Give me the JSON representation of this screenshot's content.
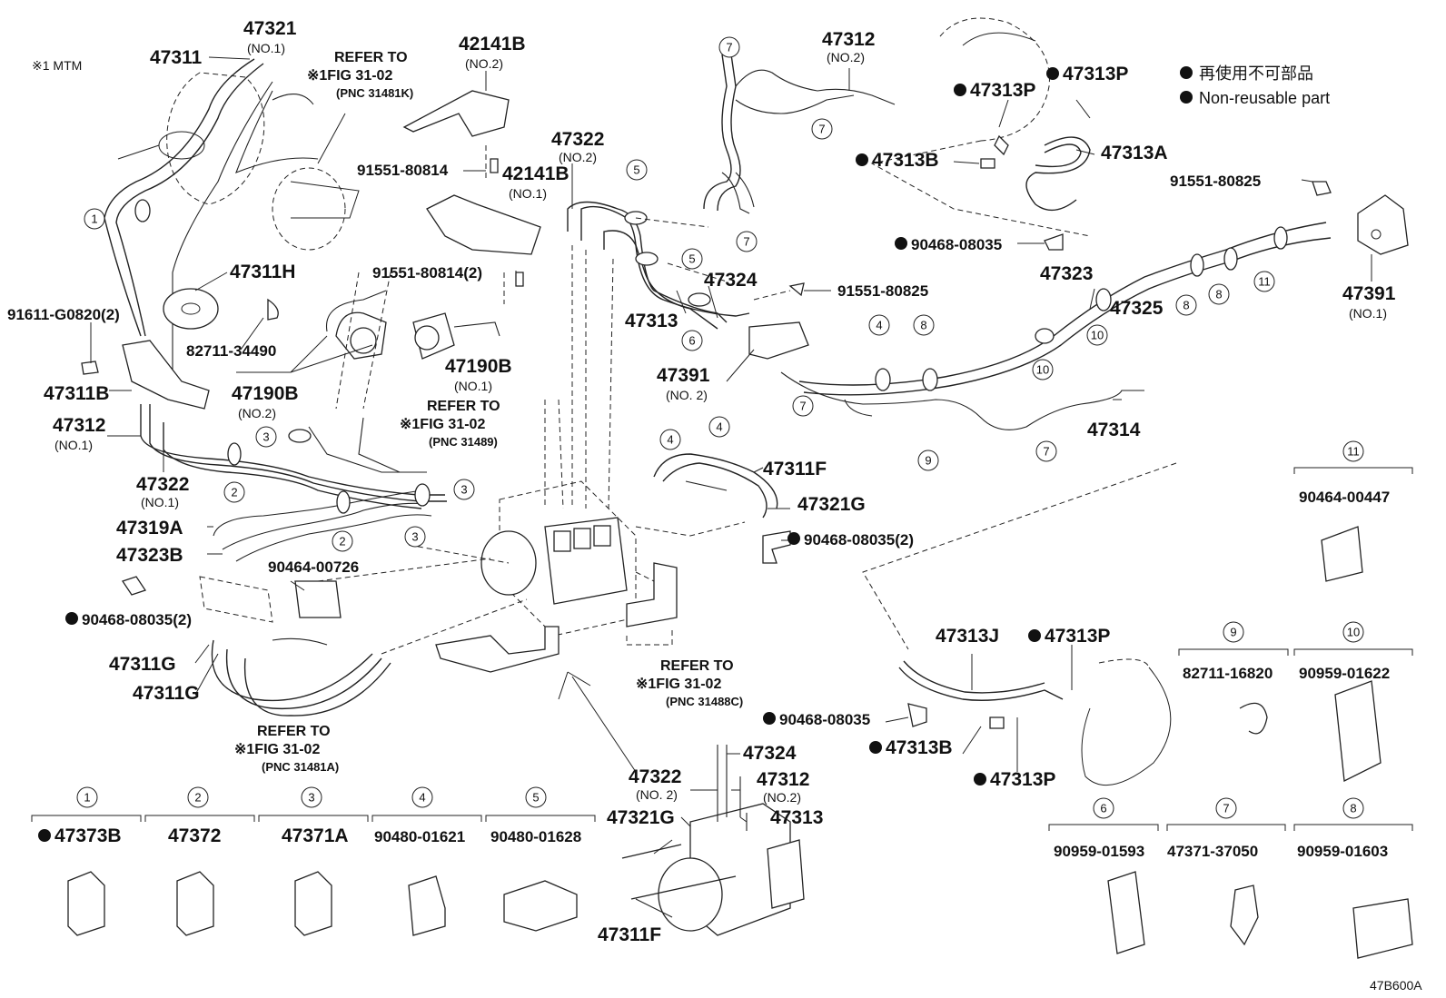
{
  "note": "※1 MTM",
  "legend": {
    "line1": "再使用不可部品",
    "line2": "Non-reusable part"
  },
  "diagram_code": "47B600A",
  "labels": [
    {
      "id": "47321",
      "text": "47321",
      "cls": "pn"
    },
    {
      "id": "47321-sub",
      "text": "(NO.1)",
      "cls": "sub"
    },
    {
      "id": "47311",
      "text": "47311",
      "cls": "pn"
    },
    {
      "id": "refer-1",
      "text": "REFER TO",
      "cls": "ref"
    },
    {
      "id": "refer-1-fig",
      "text": "※1FIG 31-02",
      "cls": "ref"
    },
    {
      "id": "refer-1-pnc",
      "text": "(PNC 31481K)",
      "cls": "refs"
    },
    {
      "id": "42141B-no2",
      "text": "42141B",
      "cls": "pn"
    },
    {
      "id": "42141B-no2-sub",
      "text": "(NO.2)",
      "cls": "sub"
    },
    {
      "id": "91551-80814-a",
      "text": "91551-80814",
      "cls": "pn-s"
    },
    {
      "id": "42141B-no1",
      "text": "42141B",
      "cls": "pn"
    },
    {
      "id": "42141B-no1-sub",
      "text": "(NO.1)",
      "cls": "sub"
    },
    {
      "id": "47311H",
      "text": "47311H",
      "cls": "pn"
    },
    {
      "id": "91551-80814-b",
      "text": "91551-80814(2)",
      "cls": "pn-s"
    },
    {
      "id": "91611-G0820",
      "text": "91611-G0820(2)",
      "cls": "pn-s"
    },
    {
      "id": "82711-34490",
      "text": "82711-34490",
      "cls": "pn-s"
    },
    {
      "id": "47190B-no2",
      "text": "47190B",
      "cls": "pn"
    },
    {
      "id": "47190B-no2-sub",
      "text": "(NO.2)",
      "cls": "sub"
    },
    {
      "id": "47190B-no1",
      "text": "47190B",
      "cls": "pn"
    },
    {
      "id": "47190B-no1-sub",
      "text": "(NO.1)",
      "cls": "sub"
    },
    {
      "id": "47311B",
      "text": "47311B",
      "cls": "pn"
    },
    {
      "id": "47312-no1",
      "text": "47312",
      "cls": "pn"
    },
    {
      "id": "47312-no1-sub",
      "text": "(NO.1)",
      "cls": "sub"
    },
    {
      "id": "refer-2",
      "text": "REFER TO",
      "cls": "ref"
    },
    {
      "id": "refer-2-fig",
      "text": "※1FIG 31-02",
      "cls": "ref"
    },
    {
      "id": "refer-2-pnc",
      "text": "(PNC 31489)",
      "cls": "refs"
    },
    {
      "id": "47322-no1",
      "text": "47322",
      "cls": "pn"
    },
    {
      "id": "47322-no1-sub",
      "text": "(NO.1)",
      "cls": "sub"
    },
    {
      "id": "47319A",
      "text": "47319A",
      "cls": "pn"
    },
    {
      "id": "47323B",
      "text": "47323B",
      "cls": "pn"
    },
    {
      "id": "90464-00726",
      "text": "90464-00726",
      "cls": "pn-s"
    },
    {
      "id": "90468-08035-2a",
      "text": "90468-08035(2)",
      "cls": "pn-s",
      "dot": true
    },
    {
      "id": "47311G-a",
      "text": "47311G",
      "cls": "pn"
    },
    {
      "id": "47311G-b",
      "text": "47311G",
      "cls": "pn"
    },
    {
      "id": "refer-3",
      "text": "REFER TO",
      "cls": "ref"
    },
    {
      "id": "refer-3-fig",
      "text": "※1FIG 31-02",
      "cls": "ref"
    },
    {
      "id": "refer-3-pnc",
      "text": "(PNC 31481A)",
      "cls": "refs"
    },
    {
      "id": "47322-no2",
      "text": "47322",
      "cls": "pn"
    },
    {
      "id": "47322-no2-sub",
      "text": "(NO.2)",
      "cls": "sub"
    },
    {
      "id": "47312-no2",
      "text": "47312",
      "cls": "pn"
    },
    {
      "id": "47312-no2-sub",
      "text": "(NO.2)",
      "cls": "sub"
    },
    {
      "id": "47313",
      "text": "47313",
      "cls": "pn"
    },
    {
      "id": "47324",
      "text": "47324",
      "cls": "pn"
    },
    {
      "id": "91551-80825-a",
      "text": "91551-80825",
      "cls": "pn-s"
    },
    {
      "id": "47391-no2",
      "text": "47391",
      "cls": "pn"
    },
    {
      "id": "47391-no2-sub",
      "text": "(NO. 2)",
      "cls": "sub"
    },
    {
      "id": "47313P-a",
      "text": "47313P",
      "cls": "pn",
      "dot": true
    },
    {
      "id": "47313P-b",
      "text": "47313P",
      "cls": "pn",
      "dot": true
    },
    {
      "id": "47313B-a",
      "text": "47313B",
      "cls": "pn",
      "dot": true
    },
    {
      "id": "47313A",
      "text": "47313A",
      "cls": "pn"
    },
    {
      "id": "91551-80825-b",
      "text": "91551-80825",
      "cls": "pn-s"
    },
    {
      "id": "90468-08035-a",
      "text": "90468-08035",
      "cls": "pn-s",
      "dot": true
    },
    {
      "id": "47323",
      "text": "47323",
      "cls": "pn"
    },
    {
      "id": "47325",
      "text": "47325",
      "cls": "pn"
    },
    {
      "id": "47391-no1",
      "text": "47391",
      "cls": "pn"
    },
    {
      "id": "47391-no1-sub",
      "text": "(NO.1)",
      "cls": "sub"
    },
    {
      "id": "47314",
      "text": "47314",
      "cls": "pn"
    },
    {
      "id": "47311F-a",
      "text": "47311F",
      "cls": "pn"
    },
    {
      "id": "47321G-a",
      "text": "47321G",
      "cls": "pn"
    },
    {
      "id": "90468-08035-2b",
      "text": "90468-08035(2)",
      "cls": "pn-s",
      "dot": true
    },
    {
      "id": "refer-4",
      "text": "REFER TO",
      "cls": "ref"
    },
    {
      "id": "refer-4-fig",
      "text": "※1FIG 31-02",
      "cls": "ref"
    },
    {
      "id": "refer-4-pnc",
      "text": "(PNC 31488C)",
      "cls": "refs"
    },
    {
      "id": "47313J",
      "text": "47313J",
      "cls": "pn"
    },
    {
      "id": "47313P-c",
      "text": "47313P",
      "cls": "pn",
      "dot": true
    },
    {
      "id": "90468-08035-b",
      "text": "90468-08035",
      "cls": "pn-s",
      "dot": true
    },
    {
      "id": "47313B-b",
      "text": "47313B",
      "cls": "pn",
      "dot": true
    },
    {
      "id": "47313P-d",
      "text": "47313P",
      "cls": "pn",
      "dot": true
    },
    {
      "id": "d-47324",
      "text": "47324",
      "cls": "pn"
    },
    {
      "id": "d-47322",
      "text": "47322",
      "cls": "pn"
    },
    {
      "id": "d-47322-sub",
      "text": "(NO. 2)",
      "cls": "sub"
    },
    {
      "id": "d-47312",
      "text": "47312",
      "cls": "pn"
    },
    {
      "id": "d-47312-sub",
      "text": "(NO.2)",
      "cls": "sub"
    },
    {
      "id": "d-47321G",
      "text": "47321G",
      "cls": "pn"
    },
    {
      "id": "d-47313",
      "text": "47313",
      "cls": "pn"
    },
    {
      "id": "d-47311F",
      "text": "47311F",
      "cls": "pn"
    },
    {
      "id": "g1",
      "text": "47373B",
      "cls": "pn",
      "dot": true
    },
    {
      "id": "g2",
      "text": "47372",
      "cls": "pn"
    },
    {
      "id": "g3",
      "text": "47371A",
      "cls": "pn"
    },
    {
      "id": "g4",
      "text": "90480-01621",
      "cls": "pn-s"
    },
    {
      "id": "g5",
      "text": "90480-01628",
      "cls": "pn-s"
    },
    {
      "id": "g6",
      "text": "90959-01593",
      "cls": "pn-s"
    },
    {
      "id": "g7",
      "text": "47371-37050",
      "cls": "pn-s"
    },
    {
      "id": "g8",
      "text": "90959-01603",
      "cls": "pn-s"
    },
    {
      "id": "g9",
      "text": "82711-16820",
      "cls": "pn-s"
    },
    {
      "id": "g10",
      "text": "90959-01622",
      "cls": "pn-s"
    },
    {
      "id": "g11",
      "text": "90464-00447",
      "cls": "pn-s"
    }
  ],
  "callouts": [
    {
      "id": "c1",
      "text": "1"
    },
    {
      "id": "c2a",
      "text": "2"
    },
    {
      "id": "c2b",
      "text": "2"
    },
    {
      "id": "c3a",
      "text": "3"
    },
    {
      "id": "c3b",
      "text": "3"
    },
    {
      "id": "c3c",
      "text": "3"
    },
    {
      "id": "c4a",
      "text": "4"
    },
    {
      "id": "c4b",
      "text": "4"
    },
    {
      "id": "c4c",
      "text": "4"
    },
    {
      "id": "c5a",
      "text": "5"
    },
    {
      "id": "c5b",
      "text": "5"
    },
    {
      "id": "c6",
      "text": "6"
    },
    {
      "id": "c7a",
      "text": "7"
    },
    {
      "id": "c7b",
      "text": "7"
    },
    {
      "id": "c7c",
      "text": "7"
    },
    {
      "id": "c7d",
      "text": "7"
    },
    {
      "id": "c7e",
      "text": "7"
    },
    {
      "id": "c8a",
      "text": "8"
    },
    {
      "id": "c8b",
      "text": "8"
    },
    {
      "id": "c8c",
      "text": "8"
    },
    {
      "id": "c9",
      "text": "9"
    },
    {
      "id": "c10a",
      "text": "10"
    },
    {
      "id": "c10b",
      "text": "10"
    },
    {
      "id": "c11",
      "text": "11"
    },
    {
      "id": "k1",
      "text": "1"
    },
    {
      "id": "k2",
      "text": "2"
    },
    {
      "id": "k3",
      "text": "3"
    },
    {
      "id": "k4",
      "text": "4"
    },
    {
      "id": "k5",
      "text": "5"
    },
    {
      "id": "k6",
      "text": "6"
    },
    {
      "id": "k7",
      "text": "7"
    },
    {
      "id": "k8",
      "text": "8"
    },
    {
      "id": "k9",
      "text": "9"
    },
    {
      "id": "k10",
      "text": "10"
    },
    {
      "id": "k11",
      "text": "11"
    }
  ]
}
